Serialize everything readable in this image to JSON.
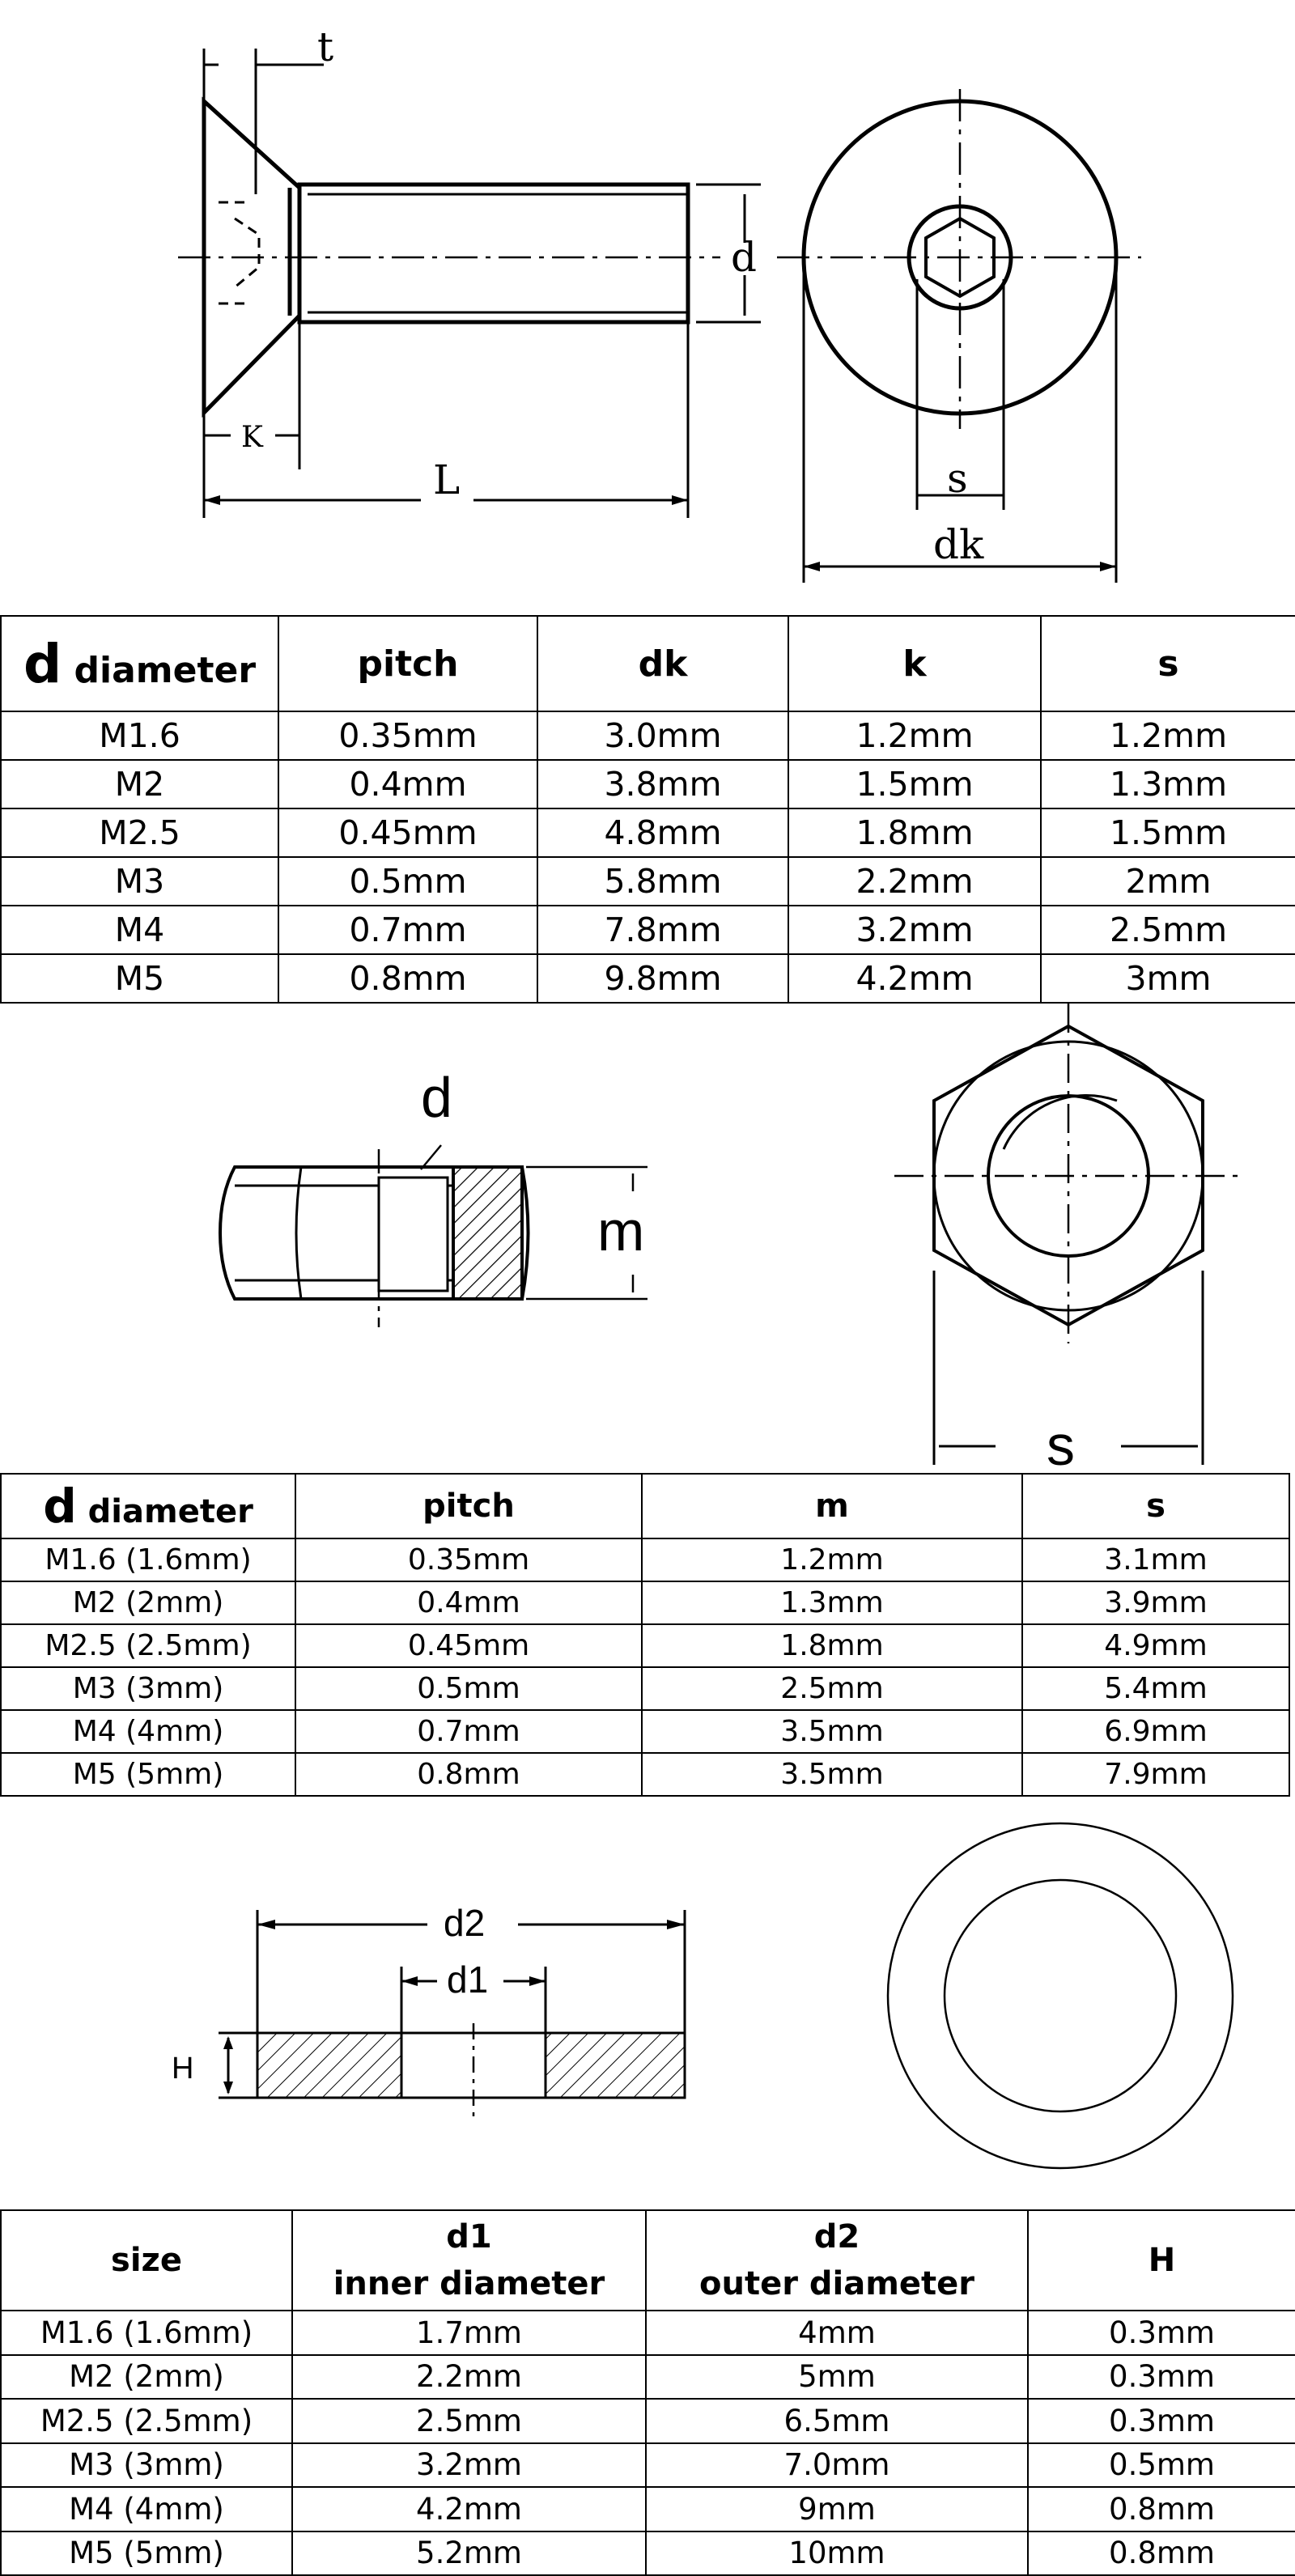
{
  "bolt": {
    "drawing_labels": {
      "t": "t",
      "d": "d",
      "k": "K",
      "l": "L",
      "s": "s",
      "dk": "dk"
    },
    "table": {
      "headers": {
        "d_letter": "d",
        "d_word": "diameter",
        "pitch": "pitch",
        "dk": "dk",
        "k": "k",
        "s": "s"
      },
      "rows": [
        [
          "M1.6",
          "0.35mm",
          "3.0mm",
          "1.2mm",
          "1.2mm"
        ],
        [
          "M2",
          "0.4mm",
          "3.8mm",
          "1.5mm",
          "1.3mm"
        ],
        [
          "M2.5",
          "0.45mm",
          "4.8mm",
          "1.8mm",
          "1.5mm"
        ],
        [
          "M3",
          "0.5mm",
          "5.8mm",
          "2.2mm",
          "2mm"
        ],
        [
          "M4",
          "0.7mm",
          "7.8mm",
          "3.2mm",
          "2.5mm"
        ],
        [
          "M5",
          "0.8mm",
          "9.8mm",
          "4.2mm",
          "3mm"
        ]
      ]
    }
  },
  "nut": {
    "drawing_labels": {
      "d": "d",
      "m": "m",
      "s": "s"
    },
    "table": {
      "headers": {
        "d_letter": "d",
        "d_word": "diameter",
        "pitch": "pitch",
        "m": "m",
        "s": "s"
      },
      "rows": [
        [
          "M1.6 (1.6mm)",
          "0.35mm",
          "1.2mm",
          "3.1mm"
        ],
        [
          "M2 (2mm)",
          "0.4mm",
          "1.3mm",
          "3.9mm"
        ],
        [
          "M2.5 (2.5mm)",
          "0.45mm",
          "1.8mm",
          "4.9mm"
        ],
        [
          "M3 (3mm)",
          "0.5mm",
          "2.5mm",
          "5.4mm"
        ],
        [
          "M4 (4mm)",
          "0.7mm",
          "3.5mm",
          "6.9mm"
        ],
        [
          "M5 (5mm)",
          "0.8mm",
          "3.5mm",
          "7.9mm"
        ]
      ]
    }
  },
  "washer": {
    "drawing_labels": {
      "d2": "d2",
      "d1": "d1",
      "h": "H"
    },
    "table": {
      "headers": {
        "size": "size",
        "d1_top": "d1",
        "d1_bottom": "inner diameter",
        "d2_top": "d2",
        "d2_bottom": "outer diameter",
        "h": "H"
      },
      "rows": [
        [
          "M1.6 (1.6mm)",
          "1.7mm",
          "4mm",
          "0.3mm"
        ],
        [
          "M2 (2mm)",
          "2.2mm",
          "5mm",
          "0.3mm"
        ],
        [
          "M2.5 (2.5mm)",
          "2.5mm",
          "6.5mm",
          "0.3mm"
        ],
        [
          "M3 (3mm)",
          "3.2mm",
          "7.0mm",
          "0.5mm"
        ],
        [
          "M4 (4mm)",
          "4.2mm",
          "9mm",
          "0.8mm"
        ],
        [
          "M5 (5mm)",
          "5.2mm",
          "10mm",
          "0.8mm"
        ]
      ]
    }
  }
}
